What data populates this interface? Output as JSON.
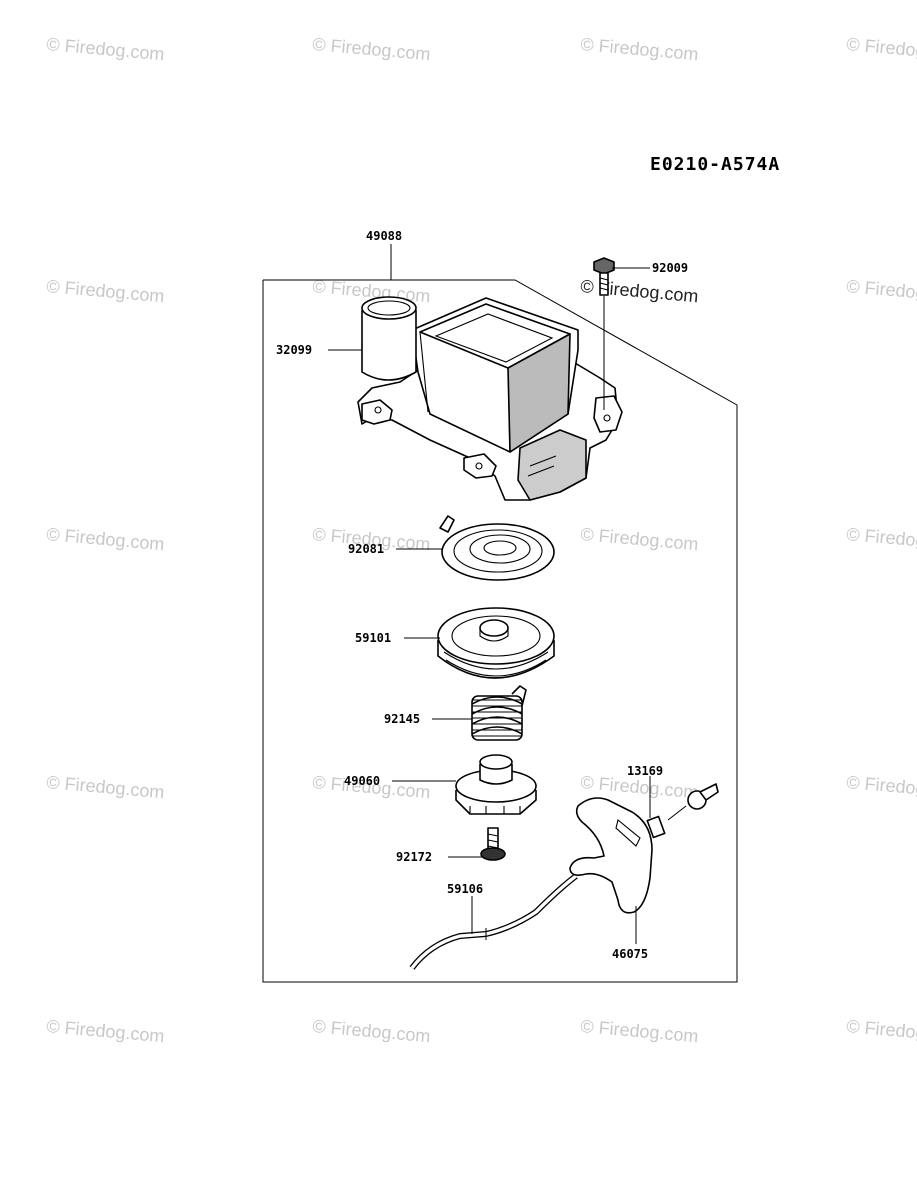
{
  "diagram_code": "E0210-A574A",
  "watermark_text": "© Firedog.com",
  "parts": {
    "p49088": "49088",
    "p92009": "92009",
    "p32099": "32099",
    "p92081": "92081",
    "p59101": "59101",
    "p92145": "92145",
    "p49060": "49060",
    "p13169": "13169",
    "p92172": "92172",
    "p59106": "59106",
    "p46075": "46075"
  },
  "icons": {
    "watermark": "copyright-icon"
  }
}
